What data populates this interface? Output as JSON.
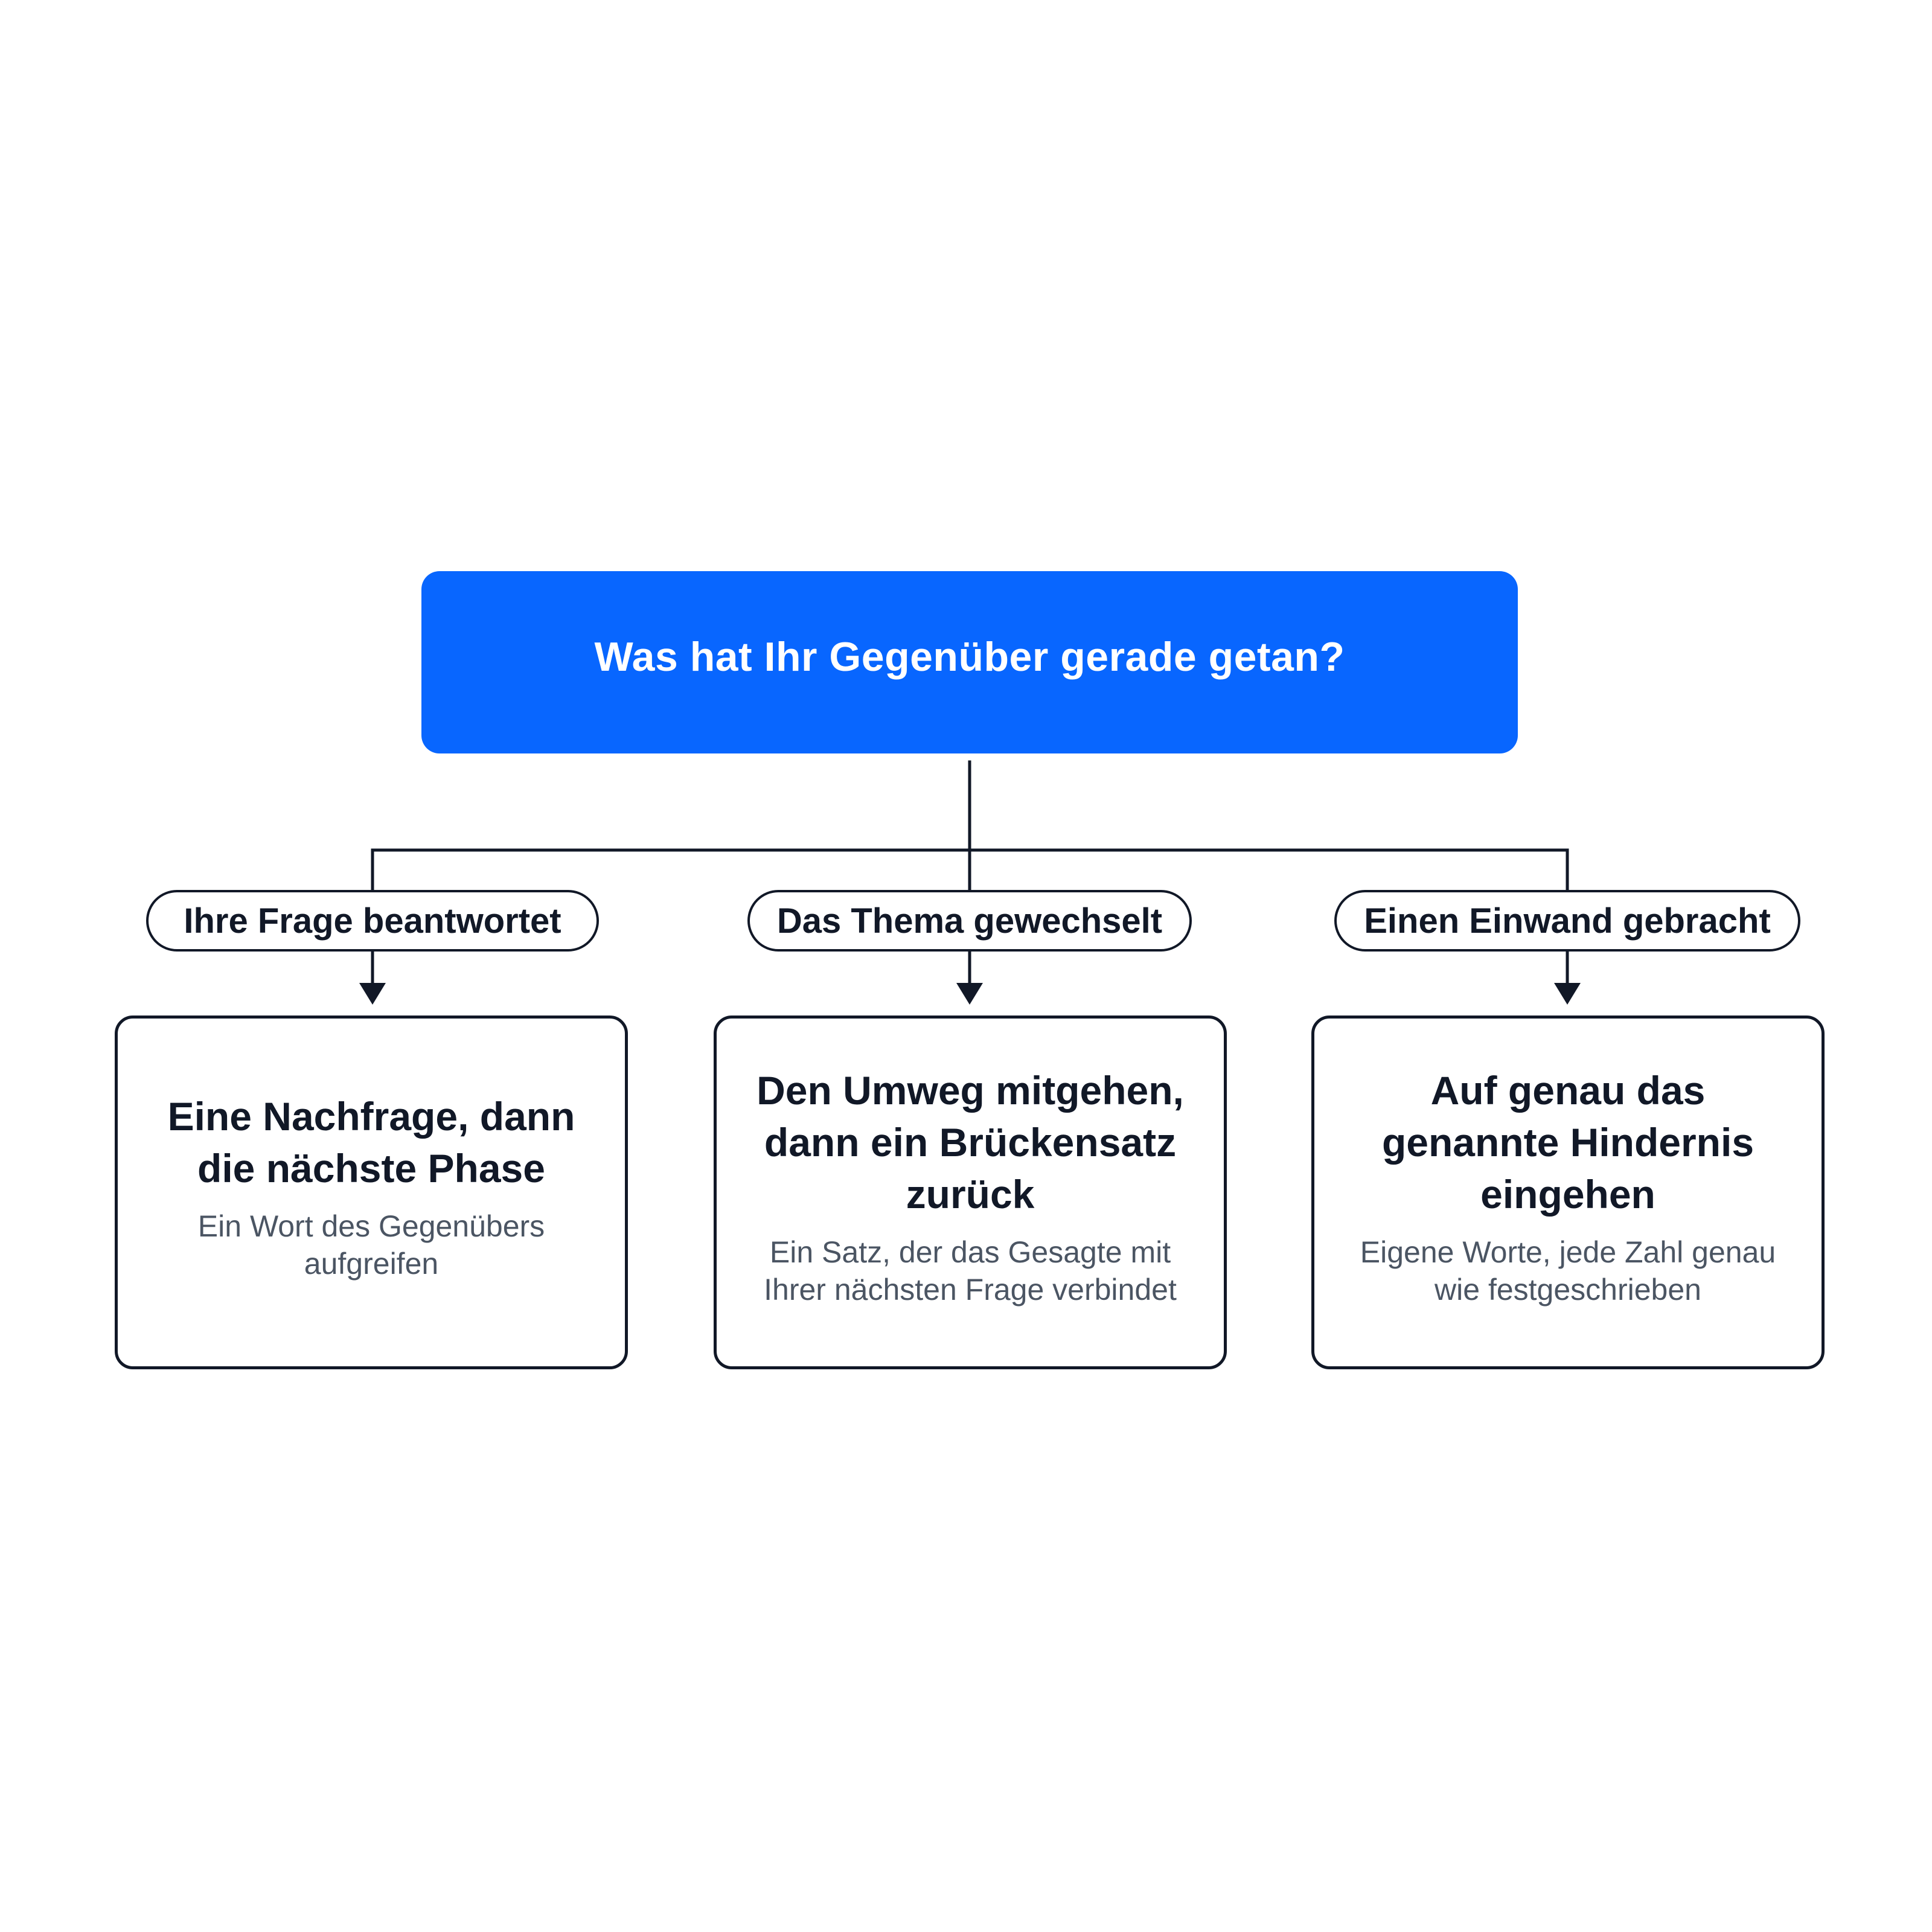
{
  "colors": {
    "root_fill": "#0866ff",
    "stroke": "#111827",
    "subtext": "#4b5563"
  },
  "root": {
    "title": "Was hat Ihr Gegenüber gerade getan?"
  },
  "branches": [
    {
      "label": "Ihre Frage beantwortet",
      "result_title": "Eine Nachfrage, dann die nächste Phase",
      "result_subtitle": "Ein Wort des Gegenübers aufgreifen"
    },
    {
      "label": "Das Thema gewechselt",
      "result_title": "Den Umweg mitgehen, dann ein Brückensatz zurück",
      "result_subtitle": "Ein Satz, der das Gesagte mit Ihrer nächsten Frage verbindet"
    },
    {
      "label": "Einen Einwand gebracht",
      "result_title": "Auf genau das genannte Hindernis eingehen",
      "result_subtitle": "Eigene Worte, jede Zahl genau wie festgeschrieben"
    }
  ]
}
